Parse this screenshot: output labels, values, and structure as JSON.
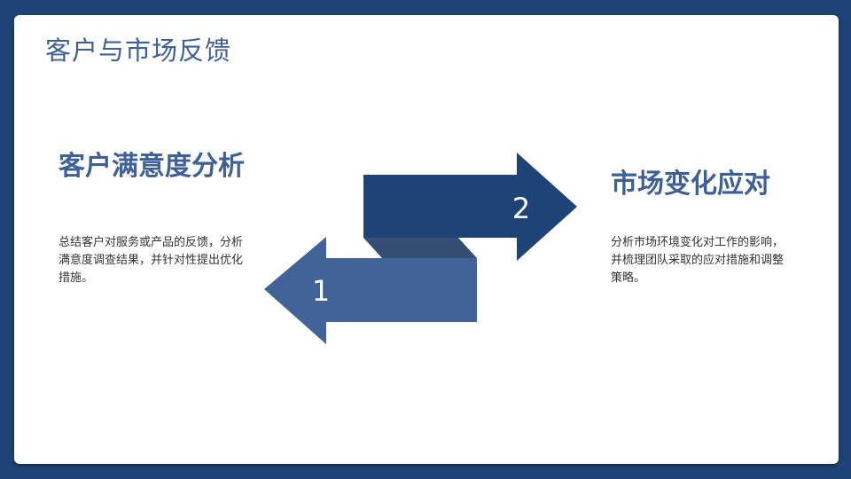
{
  "slide": {
    "title": "客户与市场反馈",
    "left": {
      "heading": "客户满意度分析",
      "body": "总结客户对服务或产品的反馈，分析满意度调查结果，并针对性提出优化措施。",
      "number": "1"
    },
    "right": {
      "heading": "市场变化应对",
      "body": "分析市场环境变化对工作的影响，并梳理团队采取的应对措施和调整策略。",
      "number": "2"
    }
  },
  "colors": {
    "background": "#1e4477",
    "arrow1": "#426397",
    "arrow2": "#1e4477",
    "connector": "#344e75",
    "heading": "#3e6098"
  }
}
